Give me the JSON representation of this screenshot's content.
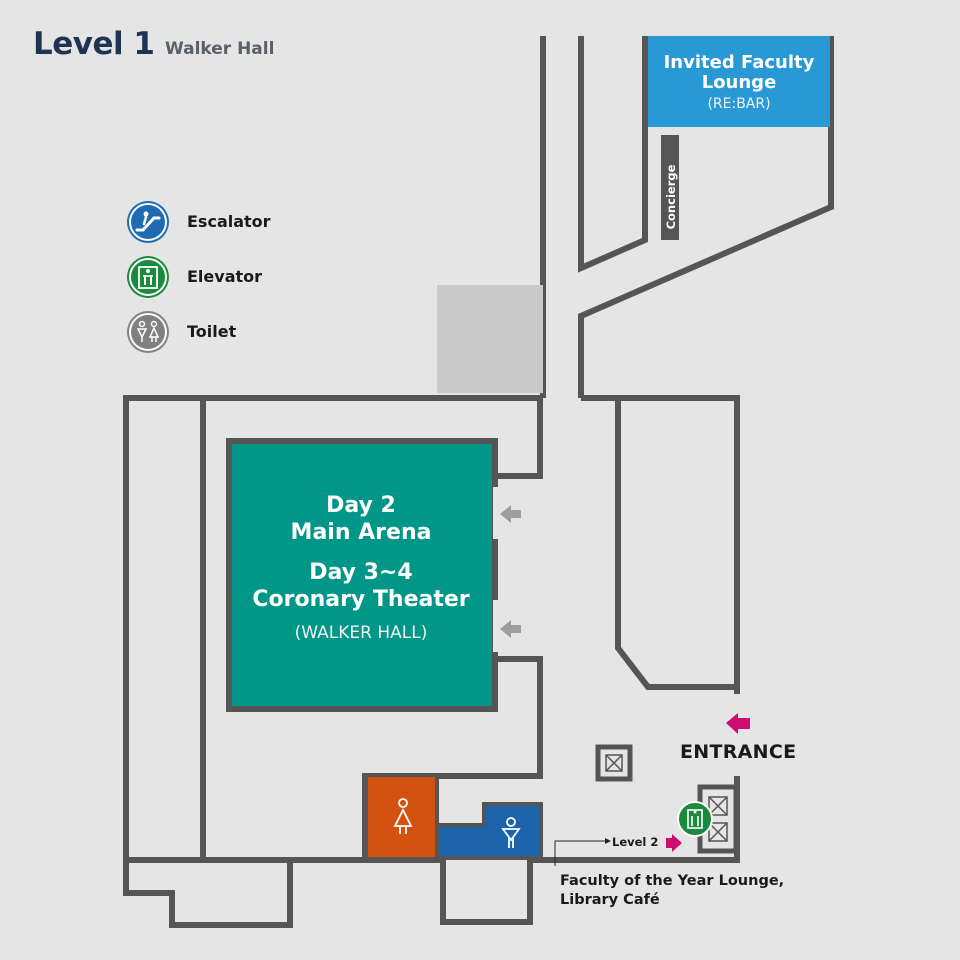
{
  "header": {
    "level": "Level 1",
    "building": "Walker Hall"
  },
  "legend": [
    {
      "label": "Escalator",
      "icon": "escalator-icon",
      "color": "#1e6bb3"
    },
    {
      "label": "Elevator",
      "icon": "elevator-icon",
      "color": "#1b8a3e"
    },
    {
      "label": "Toilet",
      "icon": "toilet-icon",
      "color": "#808080"
    }
  ],
  "rooms": {
    "arena": {
      "line1": "Day 2",
      "line2": "Main Arena",
      "line3": "Day 3~4",
      "line4": "Coronary Theater",
      "sub": "(WALKER HALL)",
      "color": "#009688"
    },
    "lounge": {
      "line1": "Invited Faculty",
      "line2": "Lounge",
      "sub": "(RE:BAR)",
      "color": "#2999d6"
    },
    "concierge": "Concierge",
    "womens_toilet_color": "#d4520f",
    "mens_toilet_color": "#1e64ad"
  },
  "labels": {
    "entrance": "ENTRANCE",
    "level2": "Level 2",
    "faculty_lounge_line1": "Faculty of the Year Lounge,",
    "faculty_lounge_line2": "Library Café"
  },
  "colors": {
    "background": "#e5e5e5",
    "wall": "#555555",
    "accent_arrow": "#cc0e72",
    "direction_arrow": "#9e9e9e"
  }
}
